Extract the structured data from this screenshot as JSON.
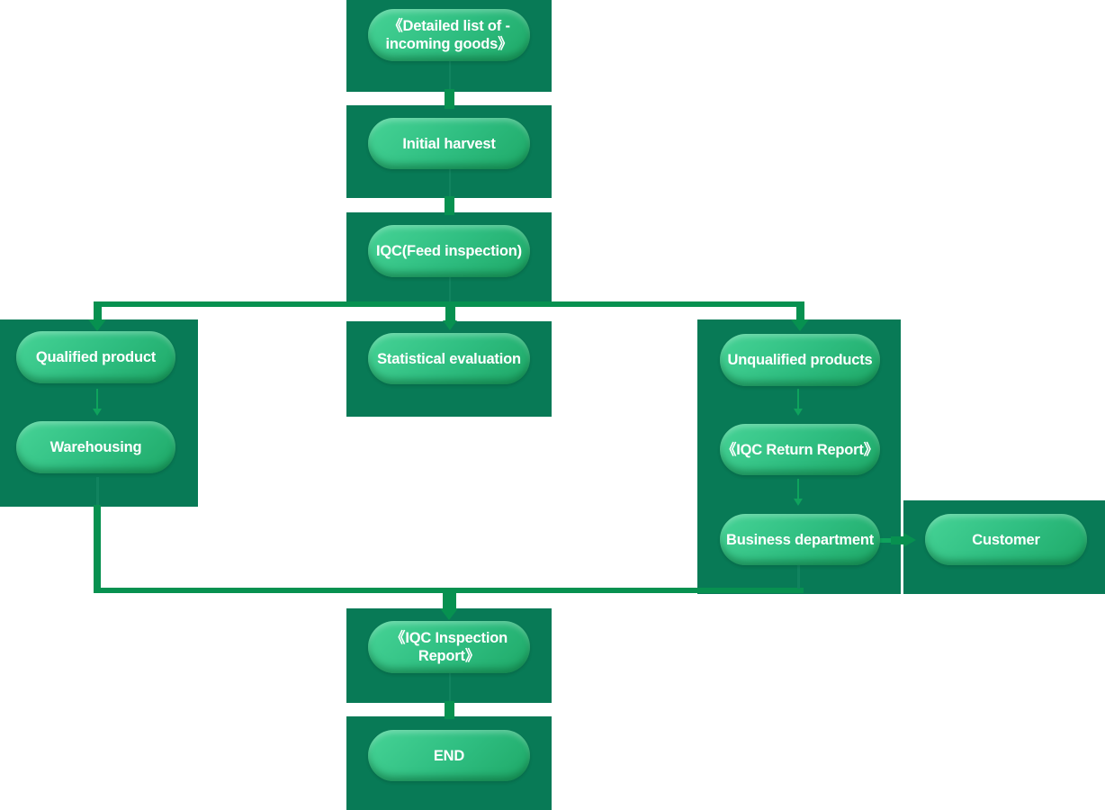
{
  "colors": {
    "background": "#ffffff",
    "container": "#087a56",
    "pill-grad-a": "#46d396",
    "pill-grad-b": "#2fbe81",
    "pill-grad-c": "#1fa968",
    "connector": "#079150",
    "connector-subtle": "#11835f",
    "inner-arrow": "#0fa35d",
    "node-text": "#ffffff"
  },
  "flowchart": {
    "nodes": {
      "detailed_list": "《Detailed list of -\nincoming goods》",
      "initial_harvest": "Initial harvest",
      "iqc_feed_inspection": "IQC(Feed inspection)",
      "statistical_evaluation": "Statistical evaluation",
      "qualified_product": "Qualified product",
      "warehousing": "Warehousing",
      "unqualified_products": "Unqualified products",
      "iqc_return_report": "《IQC Return Report》",
      "business_department": "Business department",
      "customer": "Customer",
      "iqc_inspection_report": "《IQC Inspection Report》",
      "end": "END"
    },
    "edges": [
      {
        "from": "detailed_list",
        "to": "initial_harvest"
      },
      {
        "from": "initial_harvest",
        "to": "iqc_feed_inspection"
      },
      {
        "from": "iqc_feed_inspection",
        "to": "statistical_evaluation"
      },
      {
        "from": "iqc_feed_inspection",
        "to": "qualified_product"
      },
      {
        "from": "iqc_feed_inspection",
        "to": "unqualified_products"
      },
      {
        "from": "qualified_product",
        "to": "warehousing"
      },
      {
        "from": "warehousing",
        "to": "iqc_inspection_report"
      },
      {
        "from": "unqualified_products",
        "to": "iqc_return_report"
      },
      {
        "from": "iqc_return_report",
        "to": "business_department"
      },
      {
        "from": "business_department",
        "to": "customer"
      },
      {
        "from": "business_department",
        "to": "iqc_inspection_report"
      },
      {
        "from": "iqc_inspection_report",
        "to": "end"
      }
    ]
  }
}
